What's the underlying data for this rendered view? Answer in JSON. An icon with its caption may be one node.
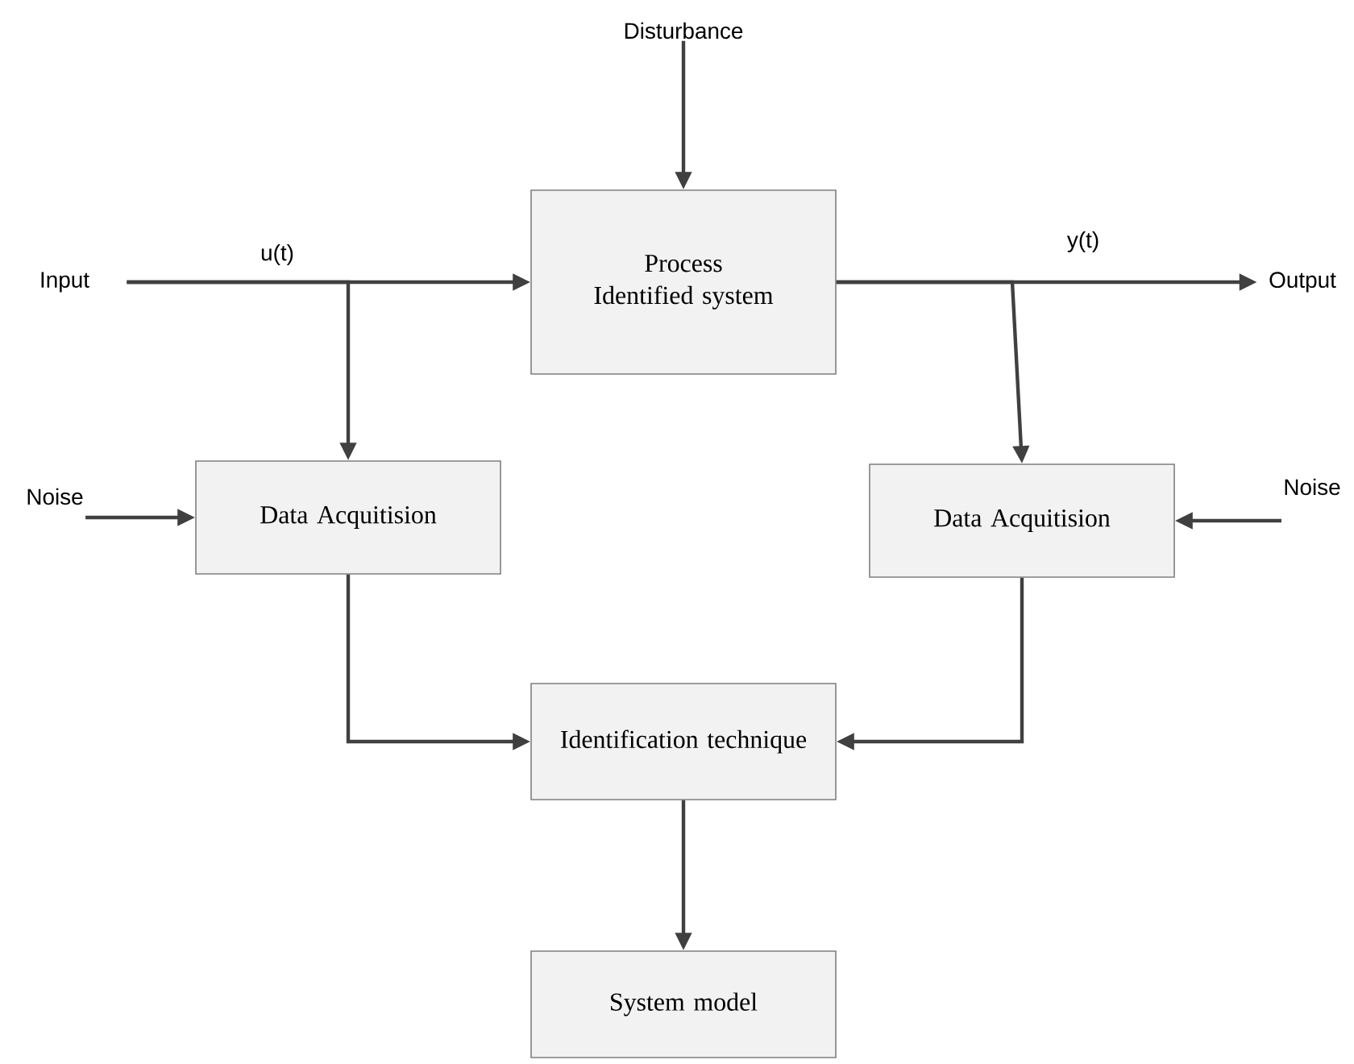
{
  "diagram": {
    "nodes": [
      {
        "text": [
          "Disturbance"
        ]
      },
      {
        "text": [
          "Input"
        ]
      },
      {
        "text": [
          "Process",
          "Identified system"
        ]
      },
      {
        "text": [
          "Output"
        ]
      },
      {
        "text": [
          "Noise"
        ]
      },
      {
        "text": [
          "Data Acquitision"
        ]
      },
      {
        "text": [
          "Data Acquitision"
        ]
      },
      {
        "text": [
          "Noise"
        ]
      },
      {
        "text": [
          "Identification technique"
        ]
      },
      {
        "text": [
          "System model"
        ]
      }
    ],
    "edges": [
      {
        "from": 0,
        "to": 2,
        "arrow": "to"
      },
      {
        "from": 1,
        "to": 2,
        "arrow": "to",
        "label": "u(t)"
      },
      {
        "from": 1,
        "to": 5,
        "arrow": "to"
      },
      {
        "from": 2,
        "to": 3,
        "arrow": "to",
        "label": "y(t)"
      },
      {
        "from": 2,
        "to": 6,
        "arrow": "to"
      },
      {
        "from": 4,
        "to": 5,
        "arrow": "to"
      },
      {
        "from": 7,
        "to": 6,
        "arrow": "to"
      },
      {
        "from": 5,
        "to": 8,
        "arrow": "to"
      },
      {
        "from": 6,
        "to": 8,
        "arrow": "to"
      },
      {
        "from": 8,
        "to": 9,
        "arrow": "to"
      }
    ]
  }
}
